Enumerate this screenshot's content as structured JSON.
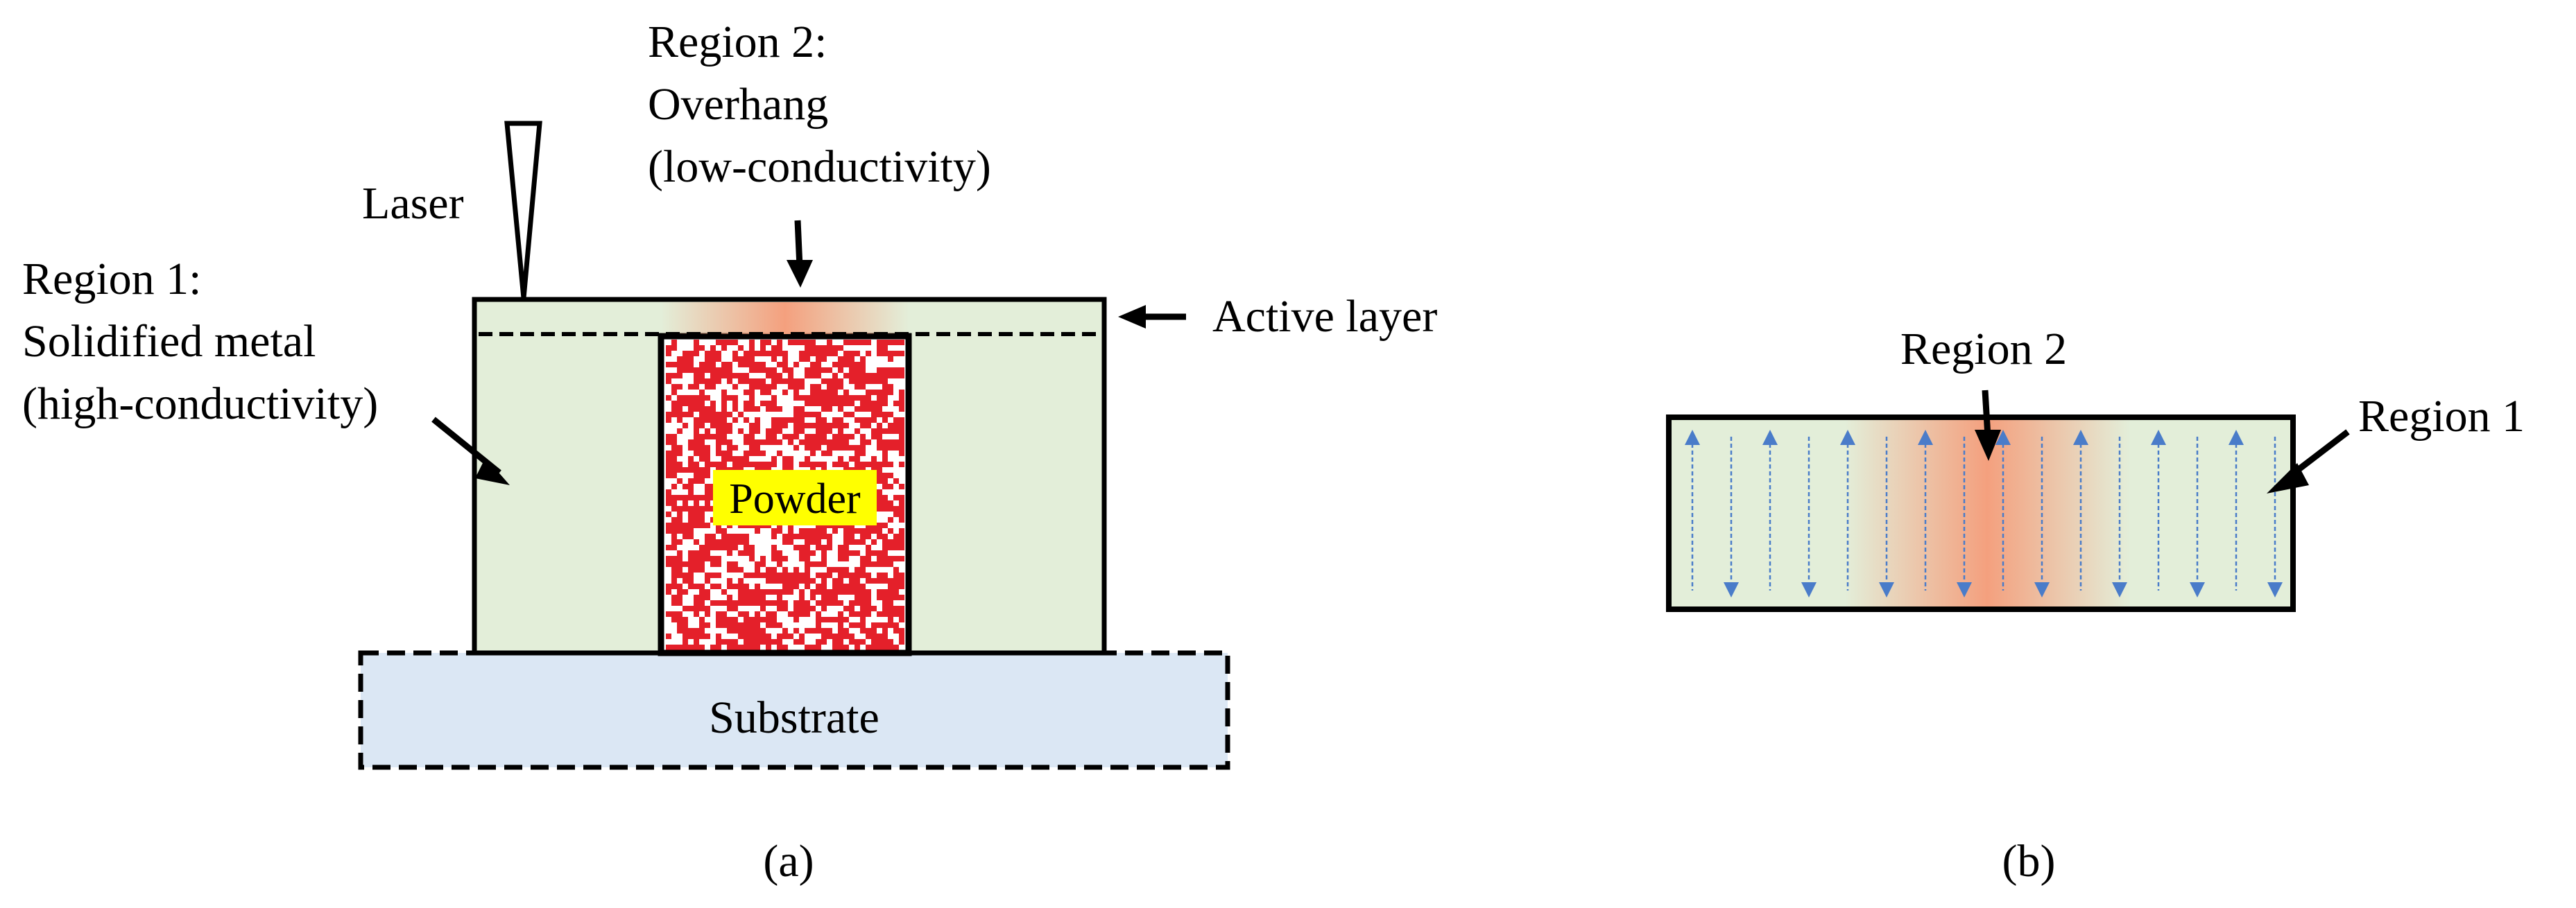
{
  "panel_a": {
    "region2_title": "Region 2:",
    "region2_line2": "Overhang",
    "region2_line3": "(low-conductivity)",
    "laser_label": "Laser",
    "region1_title": "Region 1:",
    "region1_line2": "Solidified metal",
    "region1_line3": "(high-conductivity)",
    "active_layer_label": "Active layer",
    "powder_label": "Powder",
    "substrate_label": "Substrate",
    "caption": "(a)"
  },
  "panel_b": {
    "region2_label": "Region 2",
    "region1_label": "Region 1",
    "caption": "(b)",
    "scan_track_count": 16
  },
  "colors": {
    "solid_metal": "#e3eed9",
    "substrate": "#dbe7f4",
    "powder_particles": "#e4202a",
    "overhang_heat": "#f4a07e",
    "scan_arrows": "#4a7cc9",
    "powder_label_bg": "#ffff00",
    "outline": "#000000"
  }
}
